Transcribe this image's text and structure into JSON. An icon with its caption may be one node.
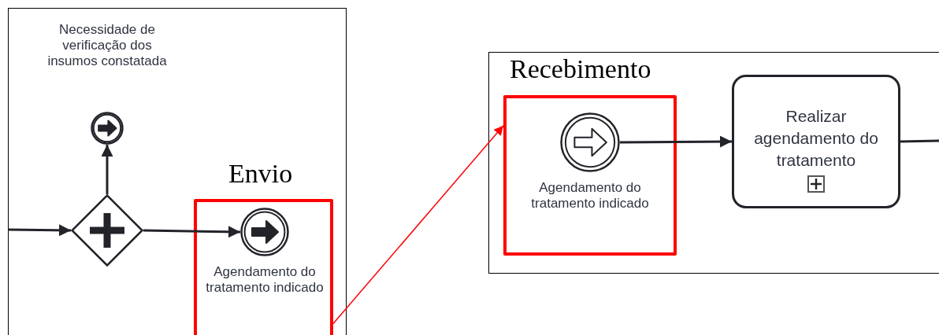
{
  "diagram": {
    "nodes": [
      {
        "text": [],
        "shape": "box"
      },
      {
        "text": [
          "Necessidade de verificação dos insumos constatada"
        ],
        "in": 0
      },
      {
        "text": [],
        "shape": "diamond",
        "in": 0
      },
      {
        "text": [
          "Envio"
        ],
        "in": 0
      },
      {
        "text": [
          "Agendamento do tratamento indicado"
        ],
        "in": 3
      },
      {
        "text": [
          "Recebimento"
        ]
      },
      {
        "text": [],
        "shape": "box",
        "in": 5
      },
      {
        "text": [
          "Agendamento do tratamento indicado"
        ],
        "in": 6
      },
      {
        "text": [
          "Realizar agendamento do tratamento"
        ],
        "in": 5
      }
    ],
    "edges": [
      {
        "from": null,
        "to": 2,
        "arrow": "to"
      },
      {
        "from": 2,
        "to": 1,
        "arrow": "to"
      },
      {
        "from": 2,
        "to": 4,
        "arrow": "to"
      },
      {
        "from": 3,
        "to": 6,
        "arrow": "to",
        "color": "#ff0000"
      },
      {
        "from": 7,
        "to": 8,
        "arrow": "to"
      },
      {
        "from": 8,
        "to": null,
        "arrow": "none"
      }
    ]
  }
}
